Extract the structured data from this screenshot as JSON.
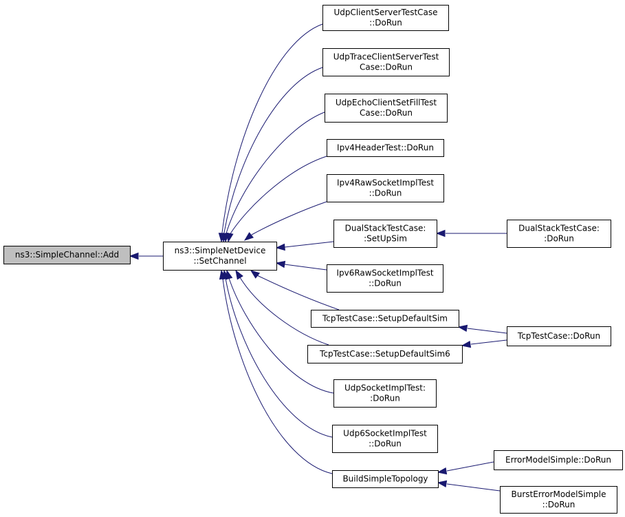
{
  "diagram": {
    "nodes": {
      "add": {
        "lines": [
          "ns3::SimpleChannel::Add"
        ]
      },
      "setchannel": {
        "lines": [
          "ns3::SimpleNetDevice",
          "::SetChannel"
        ]
      },
      "udpcs": {
        "lines": [
          "UdpClientServerTestCase",
          "::DoRun"
        ]
      },
      "udptrace": {
        "lines": [
          "UdpTraceClientServerTest",
          "Case::DoRun"
        ]
      },
      "udpecho": {
        "lines": [
          "UdpEchoClientSetFillTest",
          "Case::DoRun"
        ]
      },
      "ipv4hdr": {
        "lines": [
          "Ipv4HeaderTest::DoRun"
        ]
      },
      "ipv4raw": {
        "lines": [
          "Ipv4RawSocketImplTest",
          "::DoRun"
        ]
      },
      "dualsetup": {
        "lines": [
          "DualStackTestCase:",
          ":SetUpSim"
        ]
      },
      "dualrun": {
        "lines": [
          "DualStackTestCase:",
          ":DoRun"
        ]
      },
      "ipv6raw": {
        "lines": [
          "Ipv6RawSocketImplTest",
          "::DoRun"
        ]
      },
      "tcpsim": {
        "lines": [
          "TcpTestCase::SetupDefaultSim"
        ]
      },
      "tcpsim6": {
        "lines": [
          "TcpTestCase::SetupDefaultSim6"
        ]
      },
      "tcprun": {
        "lines": [
          "TcpTestCase::DoRun"
        ]
      },
      "udpsock": {
        "lines": [
          "UdpSocketImplTest:",
          ":DoRun"
        ]
      },
      "udp6sock": {
        "lines": [
          "Udp6SocketImplTest",
          "::DoRun"
        ]
      },
      "buildtopo": {
        "lines": [
          "BuildSimpleTopology"
        ]
      },
      "errmodel": {
        "lines": [
          "ErrorModelSimple::DoRun"
        ]
      },
      "bursterr": {
        "lines": [
          "BurstErrorModelSimple",
          "::DoRun"
        ]
      }
    },
    "edge_color": "#191970",
    "focus_fill": "#bfbfbf"
  }
}
